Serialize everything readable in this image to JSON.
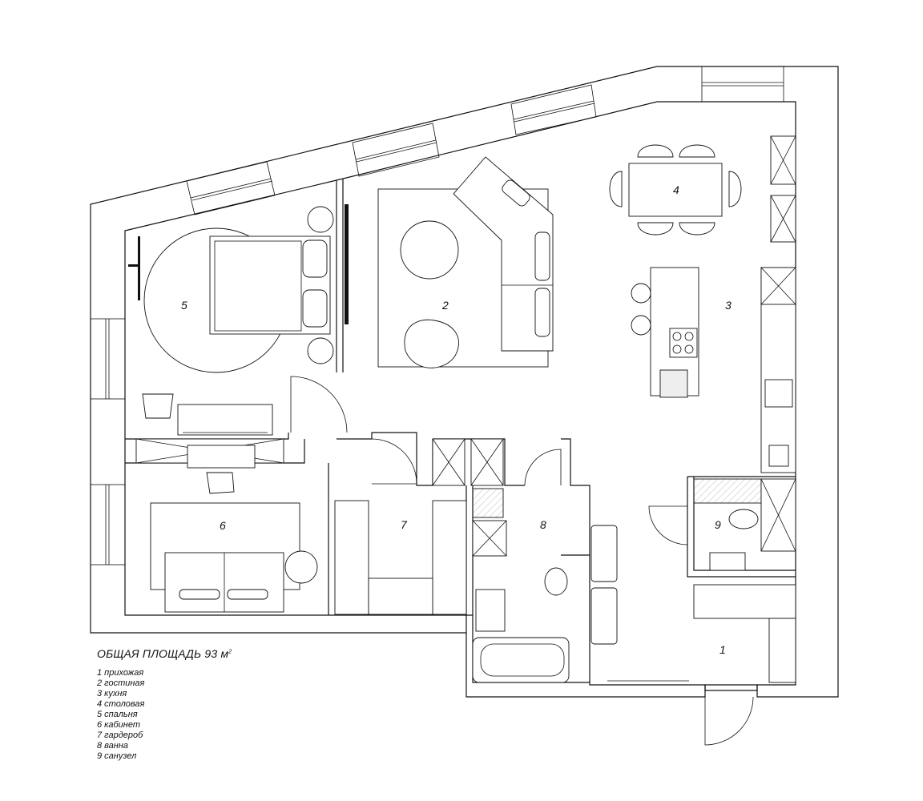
{
  "plan": {
    "total_area_label": "ОБЩАЯ ПЛОЩАДЬ 93 м",
    "area_superscript": "2",
    "rooms": [
      {
        "number": "1",
        "name": "прихожая"
      },
      {
        "number": "2",
        "name": "гостиная"
      },
      {
        "number": "3",
        "name": "кухня"
      },
      {
        "number": "4",
        "name": "столовая"
      },
      {
        "number": "5",
        "name": "спальня"
      },
      {
        "number": "6",
        "name": "кабинет"
      },
      {
        "number": "7",
        "name": "гардероб"
      },
      {
        "number": "8",
        "name": "ванна"
      },
      {
        "number": "9",
        "name": "санузел"
      }
    ],
    "legend": [
      "1 прихожая",
      "2 гостиная",
      "3 кухня",
      "4 столовая",
      "5 спальня",
      "6 кабинет",
      "7 гардероб",
      "8 ванна",
      "9 санузел"
    ]
  }
}
